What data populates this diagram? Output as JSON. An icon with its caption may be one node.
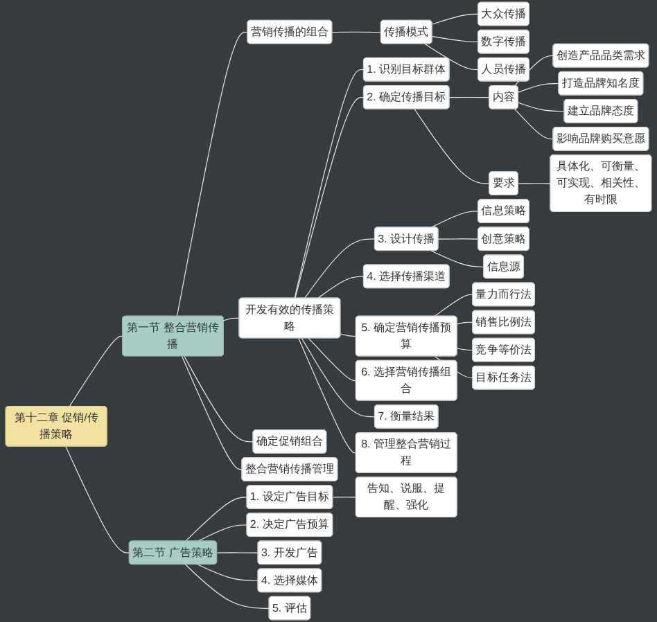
{
  "diagram": {
    "nodes": [
      {
        "text": [
          "第十二章 促销/传播策略"
        ]
      },
      {
        "text": [
          "第一节 整合营销传播"
        ]
      },
      {
        "text": [
          "营销传播的组合"
        ]
      },
      {
        "text": [
          "传播模式"
        ]
      },
      {
        "text": [
          "大众传播"
        ]
      },
      {
        "text": [
          "数字传播"
        ]
      },
      {
        "text": [
          "人员传播"
        ]
      },
      {
        "text": [
          "开发有效的传播策略"
        ]
      },
      {
        "text": [
          "1. 识别目标群体"
        ]
      },
      {
        "text": [
          "2. 确定传播目标"
        ]
      },
      {
        "text": [
          "内容"
        ]
      },
      {
        "text": [
          "创造产品品类需求"
        ]
      },
      {
        "text": [
          "打造品牌知名度"
        ]
      },
      {
        "text": [
          "建立品牌态度"
        ]
      },
      {
        "text": [
          "影响品牌购买意愿"
        ]
      },
      {
        "text": [
          "要求"
        ]
      },
      {
        "text": [
          "具体化、可衡量、可实现、相关性、有时限"
        ]
      },
      {
        "text": [
          "3. 设计传播"
        ]
      },
      {
        "text": [
          "信息策略"
        ]
      },
      {
        "text": [
          "创意策略"
        ]
      },
      {
        "text": [
          "信息源"
        ]
      },
      {
        "text": [
          "4. 选择传播渠道"
        ]
      },
      {
        "text": [
          "5. 确定营销传播预算"
        ]
      },
      {
        "text": [
          "量力而行法"
        ]
      },
      {
        "text": [
          "销售比例法"
        ]
      },
      {
        "text": [
          "竞争等价法"
        ]
      },
      {
        "text": [
          "目标任务法"
        ]
      },
      {
        "text": [
          "6. 选择营销传播组合"
        ]
      },
      {
        "text": [
          "7. 衡量结果"
        ]
      },
      {
        "text": [
          "8. 管理整合营销过程"
        ]
      },
      {
        "text": [
          "确定促销组合"
        ]
      },
      {
        "text": [
          "整合营销传播管理"
        ]
      },
      {
        "text": [
          "第二节 广告策略"
        ]
      },
      {
        "text": [
          "1. 设定广告目标"
        ]
      },
      {
        "text": [
          "告知、说服、提醒、强化"
        ]
      },
      {
        "text": [
          "2. 决定广告预算"
        ]
      },
      {
        "text": [
          "3. 开发广告"
        ]
      },
      {
        "text": [
          "4. 选择媒体"
        ]
      },
      {
        "text": [
          "5. 评估"
        ]
      }
    ],
    "edges": [
      {
        "from": 0,
        "to": 1,
        "arrow": "none"
      },
      {
        "from": 1,
        "to": 2,
        "arrow": "none"
      },
      {
        "from": 2,
        "to": 3,
        "arrow": "none"
      },
      {
        "from": 3,
        "to": 4,
        "arrow": "none"
      },
      {
        "from": 3,
        "to": 5,
        "arrow": "none"
      },
      {
        "from": 3,
        "to": 6,
        "arrow": "none"
      },
      {
        "from": 1,
        "to": 7,
        "arrow": "none"
      },
      {
        "from": 7,
        "to": 8,
        "arrow": "none"
      },
      {
        "from": 7,
        "to": 9,
        "arrow": "none"
      },
      {
        "from": 9,
        "to": 10,
        "arrow": "none"
      },
      {
        "from": 10,
        "to": 11,
        "arrow": "none"
      },
      {
        "from": 10,
        "to": 12,
        "arrow": "none"
      },
      {
        "from": 10,
        "to": 13,
        "arrow": "none"
      },
      {
        "from": 10,
        "to": 14,
        "arrow": "none"
      },
      {
        "from": 9,
        "to": 15,
        "arrow": "none"
      },
      {
        "from": 15,
        "to": 16,
        "arrow": "none"
      },
      {
        "from": 7,
        "to": 17,
        "arrow": "none"
      },
      {
        "from": 17,
        "to": 18,
        "arrow": "none"
      },
      {
        "from": 17,
        "to": 19,
        "arrow": "none"
      },
      {
        "from": 17,
        "to": 20,
        "arrow": "none"
      },
      {
        "from": 7,
        "to": 21,
        "arrow": "none"
      },
      {
        "from": 7,
        "to": 22,
        "arrow": "none"
      },
      {
        "from": 22,
        "to": 23,
        "arrow": "none"
      },
      {
        "from": 22,
        "to": 24,
        "arrow": "none"
      },
      {
        "from": 22,
        "to": 25,
        "arrow": "none"
      },
      {
        "from": 22,
        "to": 26,
        "arrow": "none"
      },
      {
        "from": 7,
        "to": 27,
        "arrow": "none"
      },
      {
        "from": 7,
        "to": 28,
        "arrow": "none"
      },
      {
        "from": 7,
        "to": 29,
        "arrow": "none"
      },
      {
        "from": 1,
        "to": 30,
        "arrow": "none"
      },
      {
        "from": 1,
        "to": 31,
        "arrow": "none"
      },
      {
        "from": 0,
        "to": 32,
        "arrow": "none"
      },
      {
        "from": 32,
        "to": 33,
        "arrow": "none"
      },
      {
        "from": 33,
        "to": 34,
        "arrow": "none"
      },
      {
        "from": 32,
        "to": 35,
        "arrow": "none"
      },
      {
        "from": 32,
        "to": 36,
        "arrow": "none"
      },
      {
        "from": 32,
        "to": 37,
        "arrow": "none"
      },
      {
        "from": 32,
        "to": 38,
        "arrow": "none"
      }
    ]
  }
}
